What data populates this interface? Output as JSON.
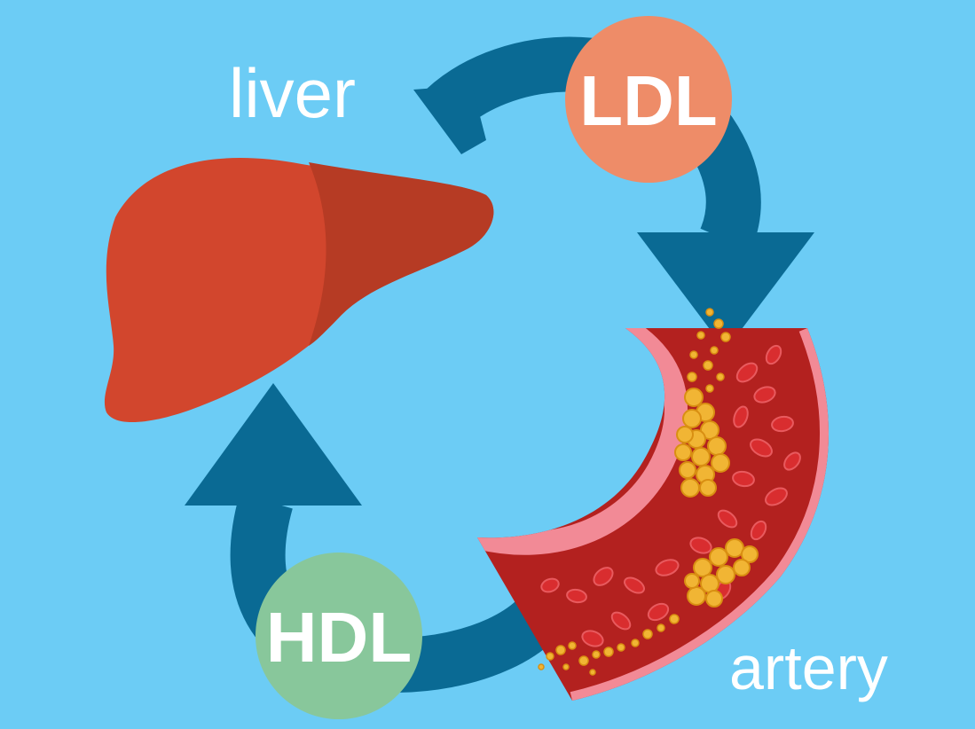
{
  "labels": {
    "liver": "liver",
    "artery": "artery",
    "ldl": "LDL",
    "hdl": "HDL"
  },
  "colors": {
    "background": "#6cccf5",
    "arrow": "#0a6a94",
    "liver_main": "#d2462d",
    "liver_shadow": "#b63b24",
    "ldl_badge": "#ee8c68",
    "hdl_badge": "#88c79b",
    "artery_wall": "#b3211f",
    "artery_inner": "#f28a96",
    "blood_cell": "#d92d2f",
    "plaque": "#f1b534"
  }
}
